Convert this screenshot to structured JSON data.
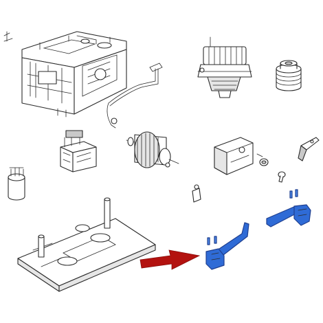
{
  "diagram": {
    "parts": [
      {
        "name": "gearmotor-housing",
        "icon": "housing-icon"
      },
      {
        "name": "motor-armature",
        "icon": "motor-icon"
      },
      {
        "name": "pulley",
        "icon": "pulley-icon"
      },
      {
        "name": "gasket",
        "icon": "gasket-icon"
      },
      {
        "name": "transformer",
        "icon": "transformer-icon"
      },
      {
        "name": "worm-gear",
        "icon": "gear-icon"
      },
      {
        "name": "release-cover",
        "icon": "cover-icon"
      },
      {
        "name": "lock-cylinder",
        "icon": "lock-icon"
      },
      {
        "name": "screw",
        "icon": "screw-icon"
      },
      {
        "name": "release-lever",
        "icon": "lever-icon"
      },
      {
        "name": "capacitor",
        "icon": "capacitor-icon"
      },
      {
        "name": "mounting-plate",
        "icon": "plate-icon"
      },
      {
        "name": "small-bracket",
        "icon": "bracket-icon"
      },
      {
        "name": "limit-switch-cam-left",
        "icon": "cam-icon",
        "highlighted": true
      },
      {
        "name": "limit-switch-cam-right",
        "icon": "cam-icon",
        "highlighted": true
      }
    ],
    "highlight_color": "#2f6bd6",
    "arrow_color": "#b3120f"
  }
}
